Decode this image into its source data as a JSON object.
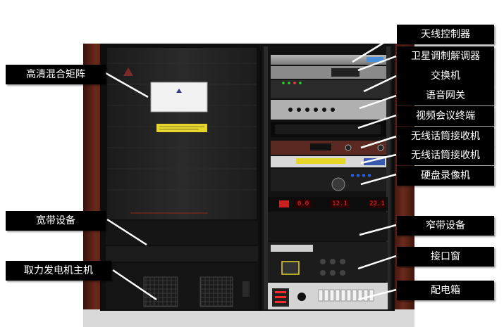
{
  "image": {
    "description": "Labeled photo of a communication equipment rack"
  },
  "labels": {
    "hd_matrix": "高清混合矩阵",
    "broadband": "宽带设备",
    "generator_host": "取力发电机主机",
    "antenna_controller": "天线控制器",
    "satellite_modem": "卫星调制解调器",
    "switch": "交换机",
    "voice_gateway": "语音网关",
    "video_terminal": "视频会议终端",
    "wireless_mic_1": "无线话筒接收机",
    "wireless_mic_2": "无线话筒接收机",
    "dvr": "硬盘录像机",
    "narrowband": "窄带设备",
    "interface_window": "接口窗",
    "distribution_box": "配电箱"
  },
  "panel": {
    "display_left": "0.0",
    "display_mid": "12.1",
    "display_right": "22.1"
  },
  "colors": {
    "label_bg": "#000000",
    "label_text": "#ffffff",
    "cabinet": "#1a1a1a",
    "wood": "#5a1e14",
    "led_red": "#ff2a2a",
    "warning_yellow": "#e8d52a"
  }
}
